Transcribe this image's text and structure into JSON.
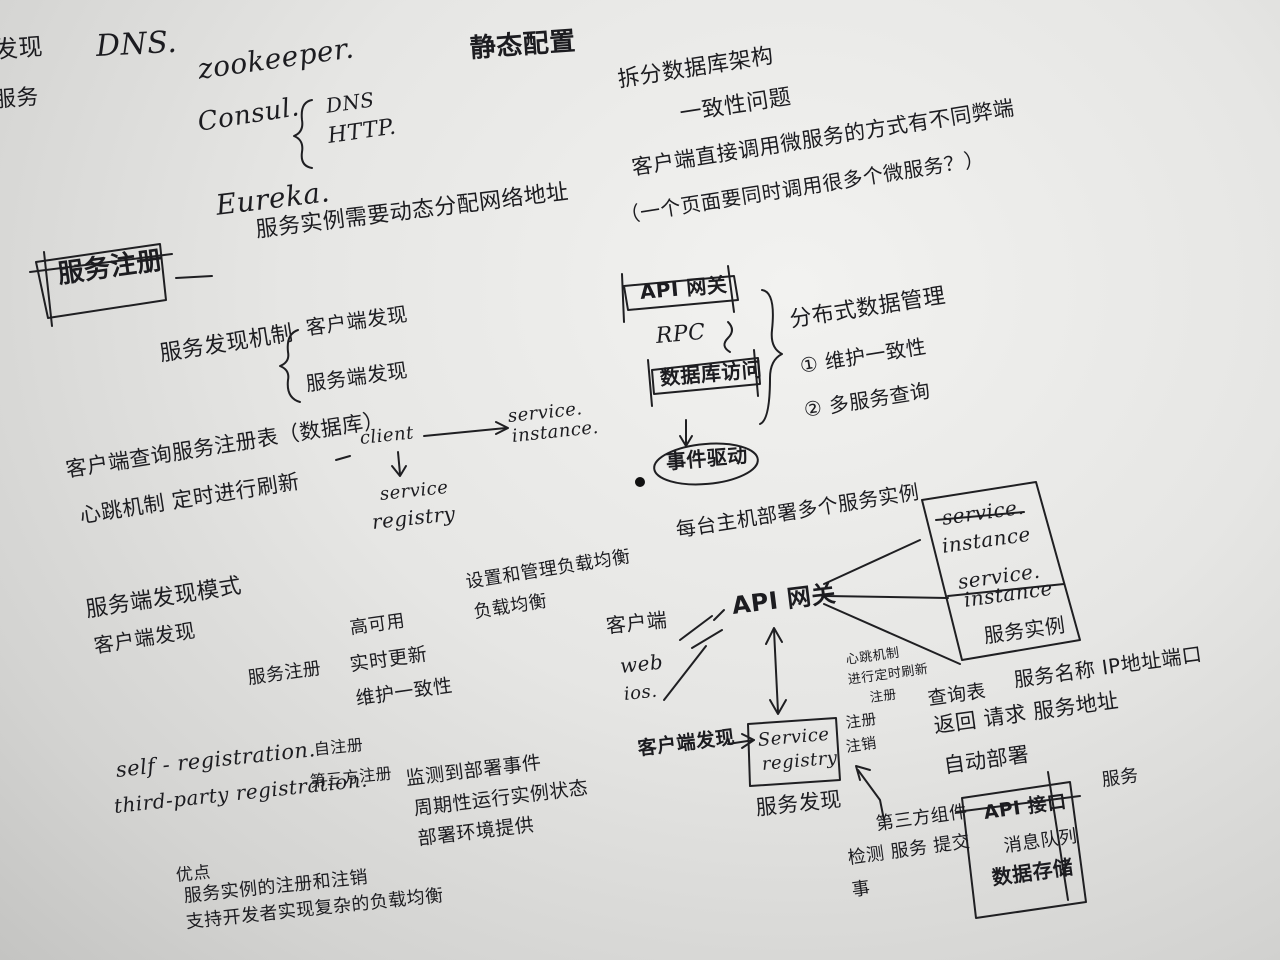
{
  "ink_color": "#1c1c20",
  "board_color": "#eaeae8",
  "left_column": {
    "edge_fragment_1": "发现",
    "edge_fragment_2": "服务",
    "dns": "DNS.",
    "zookeeper": "zookeeper.",
    "consul": "Consul.",
    "consul_option_1": "DNS",
    "consul_option_2": "HTTP.",
    "eureka": "Eureka.",
    "dynamic_note": "服务实例需要动态分配网络地址",
    "boxed_title": "服务注册",
    "mechanism_title": "服务发现机制",
    "mechanism_option_1": "客户端发现",
    "mechanism_option_2": "服务端发现",
    "line_1": "客户端查询服务注册表（数据库）",
    "line_2": "心跳机制 定时进行刷新",
    "diagram_client": "client",
    "diagram_service_instance_1": "service.",
    "diagram_service_instance_2": "instance.",
    "diagram_registry_1": "service",
    "diagram_registry_2": "registry",
    "pattern_title": "服务端发现模式",
    "pattern_sub": "客户端发现",
    "feature_title": "服务注册",
    "feature_1": "高可用",
    "feature_2": "实时更新",
    "feature_3": "维护一致性",
    "lb_note_1": "设置和管理负载均衡",
    "lb_note_2": "负载均衡",
    "self_registration": "self - registration.",
    "self_registration_cn": "自注册",
    "third_party_registration": "third-party registration.",
    "third_party_cn": "第三方注册",
    "third_1": "监测到部署事件",
    "third_2": "周期性运行实例状态",
    "third_3": "部署环境提供",
    "bottom_1": "优点",
    "bottom_2": "服务实例的注册和注销",
    "bottom_3": "支持开发者实现复杂的负载均衡"
  },
  "right_column": {
    "static_title": "静态配置",
    "data_arch_title": "拆分数据库架构",
    "consistency": "一致性问题",
    "client_question": "客户端直接调用微服务的方式有不同弊端",
    "client_question_2": "（一个页面要同时调用很多个微服务？）",
    "gateway_box_top": "API 网关",
    "rpc": "RPC",
    "data_access_box": "数据库访问",
    "event_driven": "事件驱动",
    "dist_title": "分布式数据管理",
    "dist_1": "① 维护一致性",
    "dist_2": "② 多服务查询",
    "deploy_note": "每台主机部署多个服务实例",
    "gateway_center": "API 网关",
    "client_label": "客户端",
    "web_label": "web",
    "ios_label": "ios.",
    "instance_a1": "service.",
    "instance_a2": "instance",
    "instance_b1": "service.",
    "instance_b2": "instance",
    "instance_c": "服务实例",
    "client_discovery": "客户端发现",
    "registry_box_1": "Service",
    "registry_box_2": "registry",
    "service_discovery": "服务发现",
    "note_heartbeat_1": "心跳机制",
    "note_heartbeat_2": "进行定时刷新",
    "note_heartbeat_3": "注册",
    "register": "注册",
    "deregister": "注销",
    "lookup_1": "查询表",
    "lookup_2": "服务名称 IP地址端口",
    "lookup_3": "返回 请求 服务地址",
    "lookup_4": "自动部署",
    "third_party_2": "第三方组件",
    "third_party_3": "检测 服务 提交",
    "third_party_4": "事",
    "api_port": "API 接口",
    "api_impl": "消息队列",
    "api_data": "数据存储",
    "side_note": "服务"
  }
}
